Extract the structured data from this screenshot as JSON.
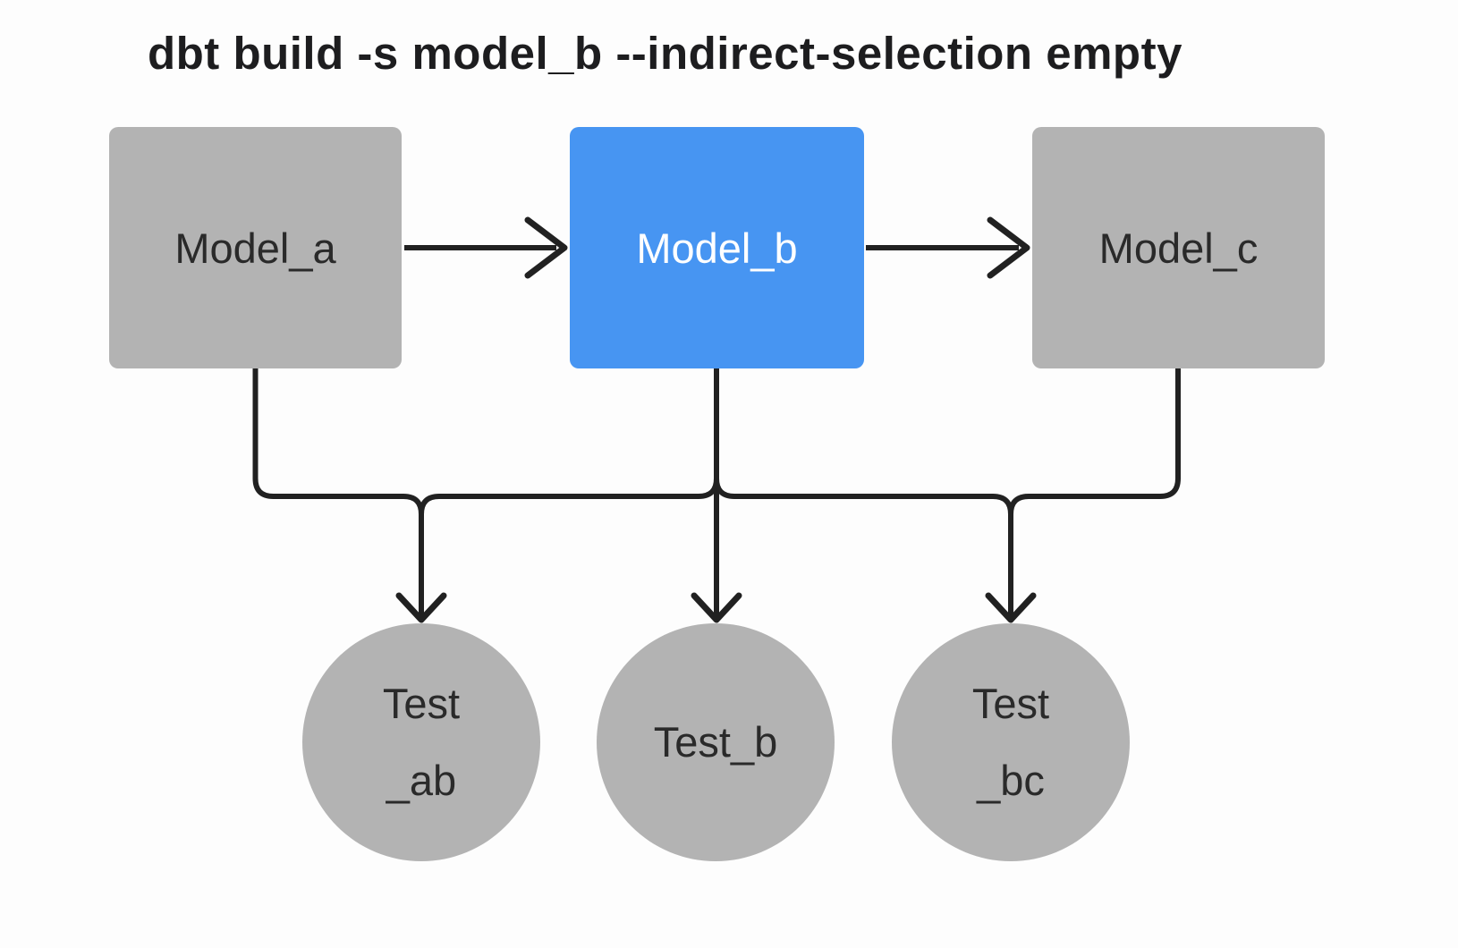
{
  "title": "dbt build -s model_b --indirect-selection empty",
  "diagram": {
    "models": [
      {
        "label": "Model_a",
        "state": "unselected"
      },
      {
        "label": "Model_b",
        "state": "selected"
      },
      {
        "label": "Model_c",
        "state": "unselected"
      }
    ],
    "tests": [
      {
        "line1": "Test",
        "line2": "_ab"
      },
      {
        "line1": "Test_b",
        "line2": ""
      },
      {
        "line1": "Test",
        "line2": "_bc"
      }
    ],
    "edges": [
      "Model_a -> Model_b",
      "Model_b -> Model_c",
      "Model_a -> Test_ab",
      "Model_b -> Test_ab",
      "Model_b -> Test_b",
      "Model_b -> Test_bc",
      "Model_c -> Test_bc"
    ],
    "colors": {
      "selected_node": "#4795f2",
      "unselected_node": "#b3b3b3",
      "edge": "#212121",
      "selected_text": "#ffffff",
      "node_text": "#2a2a2a",
      "title_text": "#1d1d1f",
      "background": "#fdfdfd"
    }
  }
}
